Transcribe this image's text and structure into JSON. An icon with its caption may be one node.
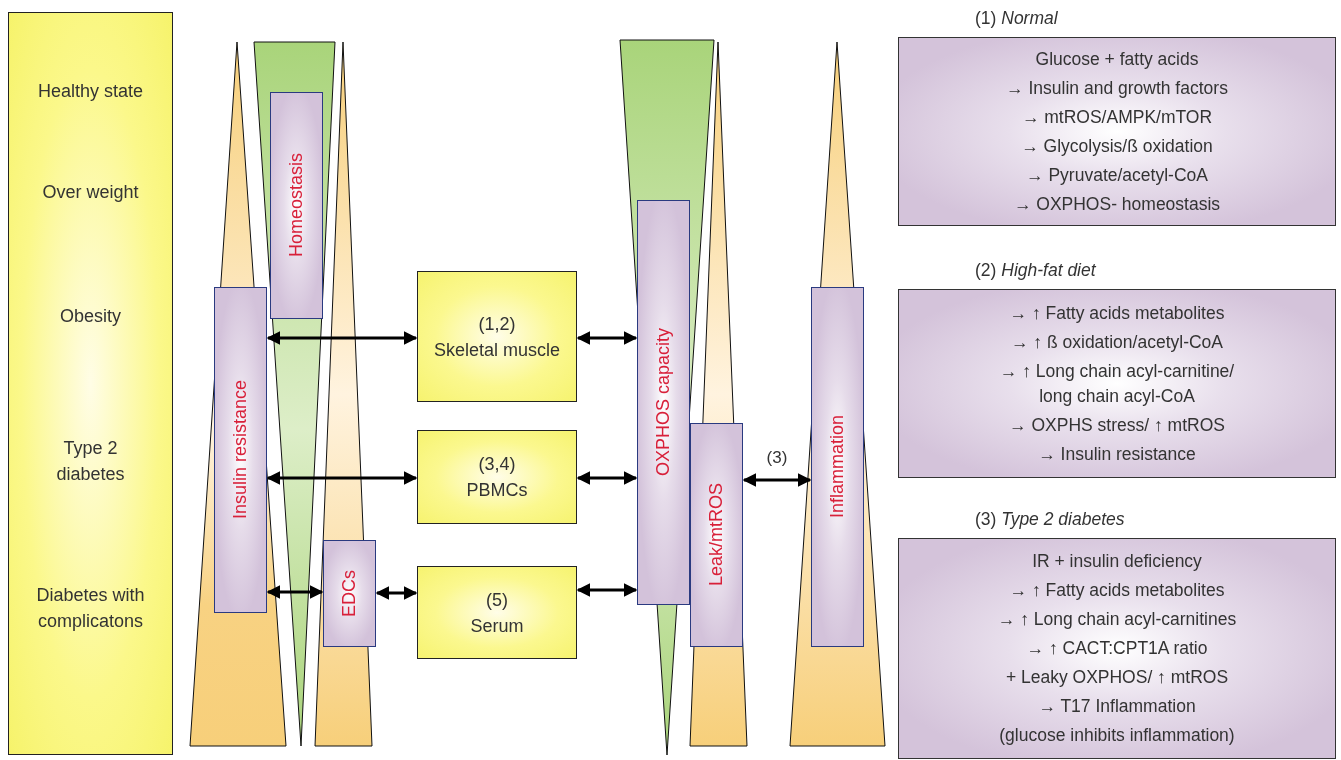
{
  "diagram": {
    "nodes": [
      {
        "text": [
          "Healthy state",
          "Over weight",
          "Obesity",
          "Type 2 diabetes",
          "Diabetes with complicatons"
        ]
      },
      {
        "text": [
          "Homeostasis"
        ]
      },
      {
        "text": [
          "Insulin resistance"
        ]
      },
      {
        "text": [
          "EDCs"
        ]
      },
      {
        "text": [
          "(1,2)",
          "Skeletal muscle"
        ]
      },
      {
        "text": [
          "(3,4)",
          "PBMCs"
        ]
      },
      {
        "text": [
          "(5)",
          "Serum"
        ]
      },
      {
        "text": [
          "OXPHOS capacity"
        ]
      },
      {
        "text": [
          "Leak/mtROS"
        ]
      },
      {
        "text": [
          "Inflammation"
        ]
      },
      {
        "text": [
          "(1) *Normal*",
          "Glucose + fatty acids",
          "→ Insulin and growth factors",
          "→ mtROS/AMPK/mTOR",
          "→ Glycolysis/ß oxidation",
          "→ Pyruvate/acetyl-CoA",
          "→ OXPHOS- homeostasis"
        ]
      },
      {
        "text": [
          "(2) *High-fat diet*",
          "→ ↑ Fatty acids metabolites",
          "→ ↑ ß oxidation/acetyl-CoA",
          "→ ↑ Long chain acyl-carnitine/ long chain acyl-CoA",
          "→ OXPHS stress/ ↑ mtROS",
          "→ Insulin resistance"
        ]
      },
      {
        "text": [
          "(3) *Type 2 diabetes*",
          "IR + insulin deficiency",
          "→ ↑ Fatty acids metabolites",
          "→ ↑ Long chain acyl-carnitines",
          "→ ↑ CACT:CPT1A ratio",
          "+ Leaky OXPHOS/ ↑ mtROS",
          "→ T17 Inflammation",
          "(glucose inhibits inflammation)"
        ]
      }
    ],
    "edges": [
      {
        "from": 2,
        "to": 4,
        "arrow": "both"
      },
      {
        "from": 2,
        "to": 5,
        "arrow": "both"
      },
      {
        "from": 2,
        "to": 3,
        "arrow": "both"
      },
      {
        "from": 3,
        "to": 6,
        "arrow": "both"
      },
      {
        "from": 4,
        "to": 7,
        "arrow": "both"
      },
      {
        "from": 5,
        "to": 7,
        "arrow": "both"
      },
      {
        "from": 6,
        "to": 7,
        "arrow": "both"
      },
      {
        "from": 8,
        "to": 9,
        "arrow": "both",
        "label": "(3)"
      }
    ]
  }
}
